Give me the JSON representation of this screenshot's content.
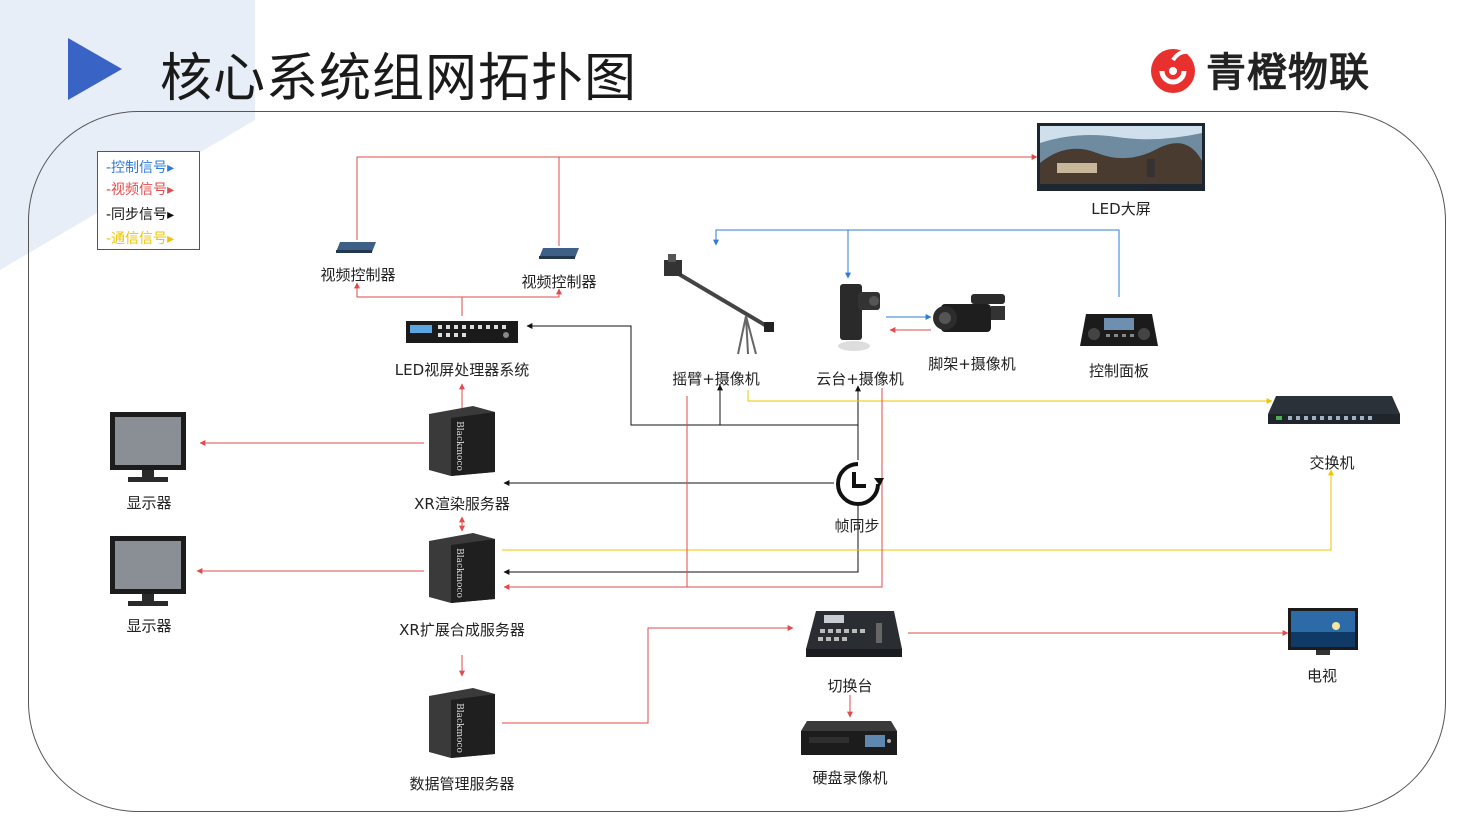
{
  "header": {
    "title": "核心系统组网拓扑图",
    "logo_text": "青橙物联"
  },
  "legend": [
    {
      "label": "-控制信号",
      "color": "#2f7bd6"
    },
    {
      "label": "-视频信号",
      "color": "#e24b4b"
    },
    {
      "label": "-同步信号",
      "color": "#111111"
    },
    {
      "label": "-通信信号",
      "color": "#f2c400"
    }
  ],
  "nodes": {
    "led_screen": "LED大屏",
    "video_ctrl_1": "视频控制器",
    "video_ctrl_2": "视频控制器",
    "led_processor": "LED视屏处理器系统",
    "jib_camera": "摇臂+摄像机",
    "ptz_camera": "云台+摄像机",
    "tripod_camera": "脚架+摄像机",
    "control_panel": "控制面板",
    "switch": "交换机",
    "monitor_1": "显示器",
    "monitor_2": "显示器",
    "xr_render": "XR渲染服务器",
    "frame_sync": "帧同步",
    "xr_extend": "XR扩展合成服务器",
    "data_server": "数据管理服务器",
    "switcher": "切换台",
    "tv": "电视",
    "recorder": "硬盘录像机"
  },
  "server_brand": "Blackmoco",
  "colors": {
    "control": "#2f7bd6",
    "video": "#e24b4b",
    "sync": "#111111",
    "comm": "#f2c400",
    "accent": "#3a63c6"
  }
}
